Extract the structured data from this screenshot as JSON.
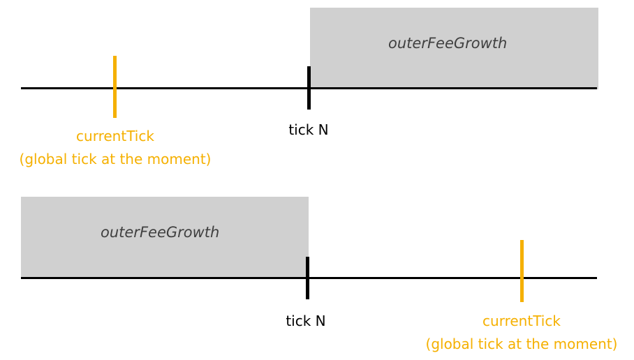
{
  "colors": {
    "shade": "#d0d0d0",
    "axis": "#000000",
    "current_tick": "#f5b000",
    "shade_text": "#404040"
  },
  "top_panel": {
    "shaded_label": "outerFeeGrowth",
    "tick_label": "tick N",
    "current_tick_label": "currentTick",
    "current_tick_sublabel": "(global tick at the moment)"
  },
  "bottom_panel": {
    "shaded_label": "outerFeeGrowth",
    "tick_label": "tick N",
    "current_tick_label": "currentTick",
    "current_tick_sublabel": "(global tick at the moment)"
  }
}
